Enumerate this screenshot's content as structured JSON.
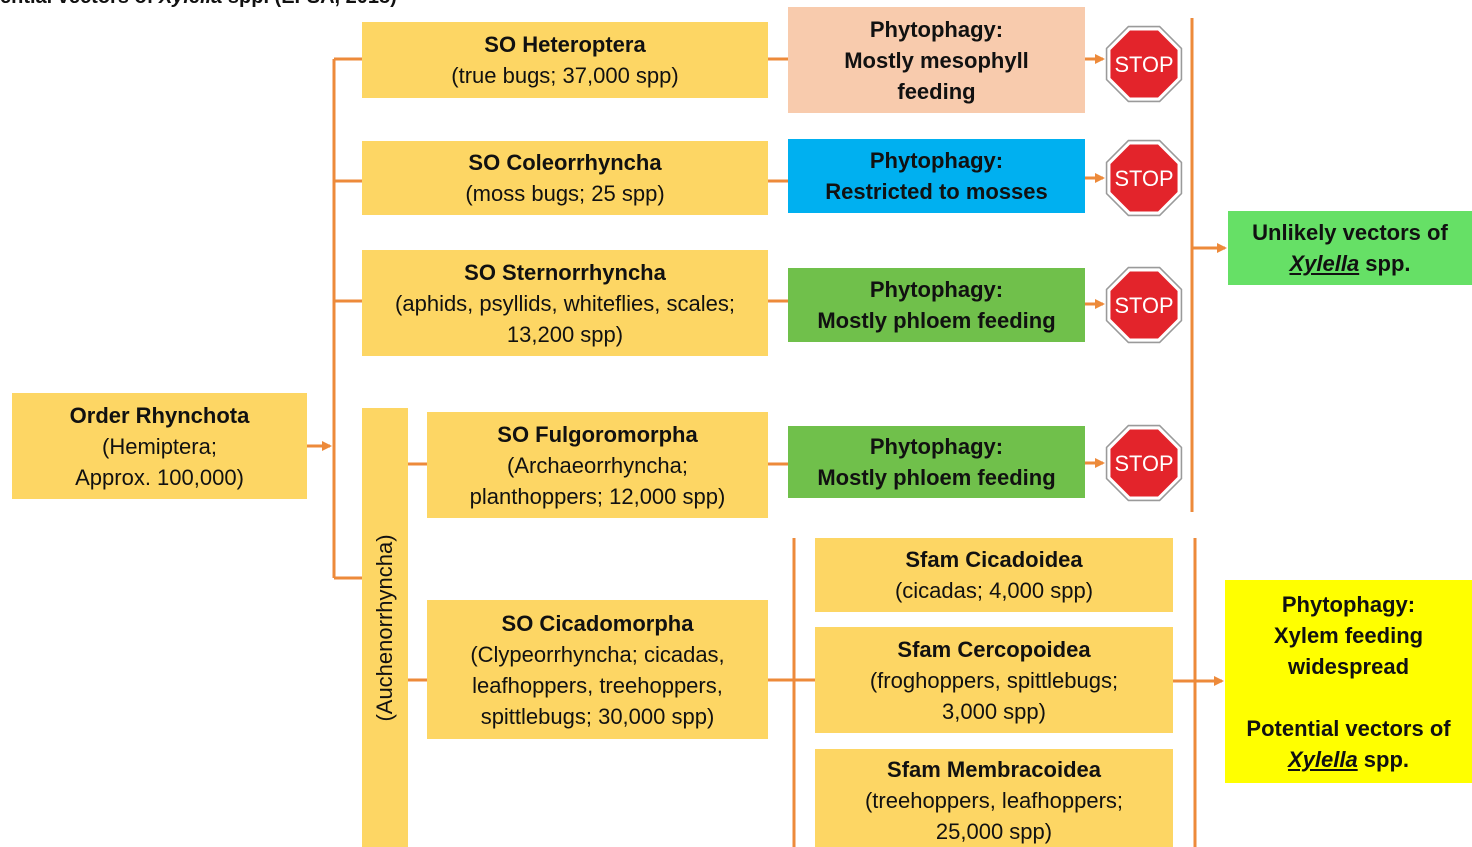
{
  "header": {
    "pre": "ential vectors of ",
    "genus": "Xylella",
    "post": " spp. (EFSA, 2018)"
  },
  "order": {
    "title": "Order Rhynchota",
    "line1": "(Hemiptera;",
    "line2": "Approx. 100,000)"
  },
  "auchenorrhyncha_label": "(Auchenorrhyncha)",
  "suborders": [
    {
      "title": "SO Heteroptera",
      "line1": "(true bugs;  37,000 spp)",
      "line2": ""
    },
    {
      "title": "SO Coleorrhyncha",
      "line1": "(moss bugs; 25 spp)",
      "line2": ""
    },
    {
      "title": "SO Sternorrhyncha",
      "line1": "(aphids, psyllids, whiteflies, scales;",
      "line2": "13,200 spp)"
    },
    {
      "title": "SO Fulgoromorpha",
      "line1": "(Archaeorrhyncha;",
      "line2": "planthoppers; 12,000 spp)"
    },
    {
      "title": "SO Cicadomorpha",
      "line1": "(Clypeorrhyncha; cicadas,",
      "line2": "leafhoppers, treehoppers,",
      "line3": "spittlebugs; 30,000 spp)"
    }
  ],
  "phytophagy": [
    {
      "line1": "Phytophagy:",
      "line2": "Mostly mesophyll",
      "line3": "feeding",
      "color": "#f8cbad"
    },
    {
      "line1": "Phytophagy:",
      "line2": "Restricted to mosses",
      "color": "#00b0f0"
    },
    {
      "line1": "Phytophagy:",
      "line2": "Mostly phloem feeding",
      "color": "#70c04b"
    },
    {
      "line1": "Phytophagy:",
      "line2": "Mostly phloem feeding",
      "color": "#70c04b"
    }
  ],
  "stop_label": "STOP",
  "superfamilies": [
    {
      "title": "Sfam Cicadoidea",
      "line1": "(cicadas; 4,000 spp)",
      "line2": ""
    },
    {
      "title": "Sfam Cercopoidea",
      "line1": "(froghoppers, spittlebugs;",
      "line2": "3,000 spp)"
    },
    {
      "title": "Sfam Membracoidea",
      "line1": "(treehoppers, leafhoppers;",
      "line2": "25,000 spp)"
    }
  ],
  "unlikely": {
    "line1": "Unlikely vectors of",
    "genus": "Xylella",
    "post": " spp."
  },
  "potential": {
    "line1": "Phytophagy:",
    "line2": "Xylem feeding",
    "line3": "widespread",
    "line4": "Potential vectors of",
    "genus": "Xylella",
    "post": " spp."
  },
  "colors": {
    "connector": "#ed8a3a",
    "stop_red": "#e3242b",
    "box_yellow": "#fdd664"
  }
}
